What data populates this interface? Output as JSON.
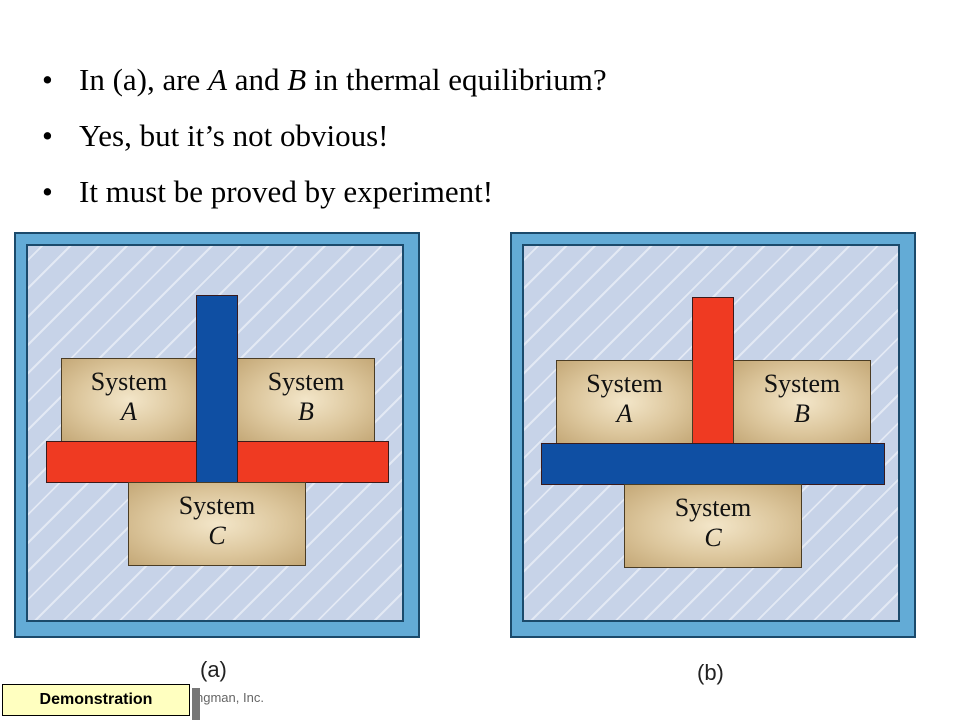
{
  "bullets": [
    {
      "pre": "In (a), are ",
      "a": "A",
      "mid": " and ",
      "b": "B",
      "post": " in thermal equilibrium?"
    },
    {
      "text": "Yes, but it’s not obvious!"
    },
    {
      "text": "It must be proved by experiment!"
    }
  ],
  "bullet_symbol": "•",
  "system_word": "System",
  "panel_a": {
    "caption": "(a)",
    "system_a": "A",
    "system_b": "B",
    "system_c": "C",
    "horizontal_bar": "red",
    "vertical_bar": "blue"
  },
  "panel_b": {
    "caption": "(b)",
    "system_a": "A",
    "system_b": "B",
    "system_c": "C",
    "horizontal_bar": "blue",
    "vertical_bar": "red"
  },
  "colors": {
    "red_bar": "#ef3a22",
    "blue_bar": "#0f4fa3",
    "frame": "#63abd6",
    "inner": "#c7d3e8"
  },
  "credit": "ngman, Inc.",
  "demo_button": "Demonstration"
}
